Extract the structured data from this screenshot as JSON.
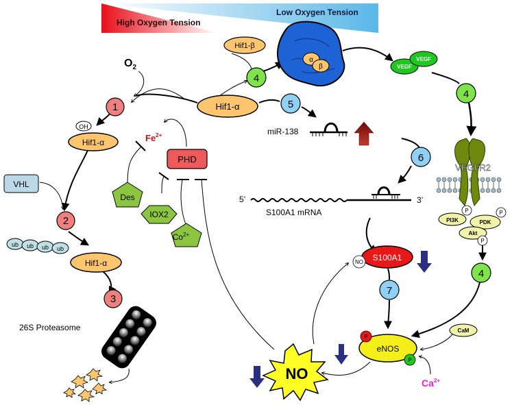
{
  "gradient": {
    "high_label": "High Oxygen Tension",
    "low_label": "Low Oxygen Tension",
    "colors": {
      "high": "#e8101a",
      "low": "#5ab7e8",
      "high_text": "#2a0606",
      "low_text": "#0a1a3a"
    }
  },
  "molecules": {
    "o2": "O",
    "o2_sub": "2",
    "hif1b": "Hif1-β",
    "hif1a_center": "Hif1-α",
    "hif1a_oh": "Hif1-α",
    "hif1a_ub": "Hif1-α",
    "oh": "OH",
    "ub": "ub",
    "alpha": "α",
    "beta": "β",
    "vhl": "VHL",
    "phd": "PHD",
    "fe": "Fe",
    "fe_sup": "2+",
    "des": "Des",
    "iox2": "IOX2",
    "co": "Co",
    "co_sup": "2+",
    "vegf_1": "VEGF",
    "vegf_2": "VEGF",
    "vegfr2": "VEGFR2",
    "pi3k": "PI3K",
    "pdk": "PDK",
    "akt": "Akt",
    "p": "P",
    "mir138": "miR-138",
    "mrna_5": "5’",
    "mrna_3": "3’",
    "s100a1_mrna": "S100A1 mRNA",
    "s100a1": "S100A1",
    "no_small": "NO",
    "no_big": "NO",
    "enos": "eNOS",
    "cam": "CaM",
    "ca": "Ca",
    "ca_sup": "2+",
    "proteasome": "26S Proteasome"
  },
  "steps": {
    "s1": "1",
    "s2": "2",
    "s3": "3",
    "s4a": "4",
    "s4b": "4",
    "s4c": "4",
    "s5": "5",
    "s6": "6",
    "s7": "7"
  },
  "colors": {
    "step_red": "#f08080",
    "step_green": "#7fe34a",
    "step_blue": "#8fd0f5",
    "hif_fill": "#fcc56e",
    "phd_fill": "#ee5a5a",
    "inhibitor_green": "#8cc53f",
    "vegf_green": "#1ec81e",
    "s100a1_red": "#e81818",
    "enos_yellow": "#f4ef1a",
    "no_yellow": "#ffff26",
    "down_arrow": "#2a2f80",
    "up_arrow": "#9a1010",
    "nucleus_blue": "#1e63d6",
    "fe_red": "#c8141b",
    "ca_magenta": "#e61fd2"
  }
}
